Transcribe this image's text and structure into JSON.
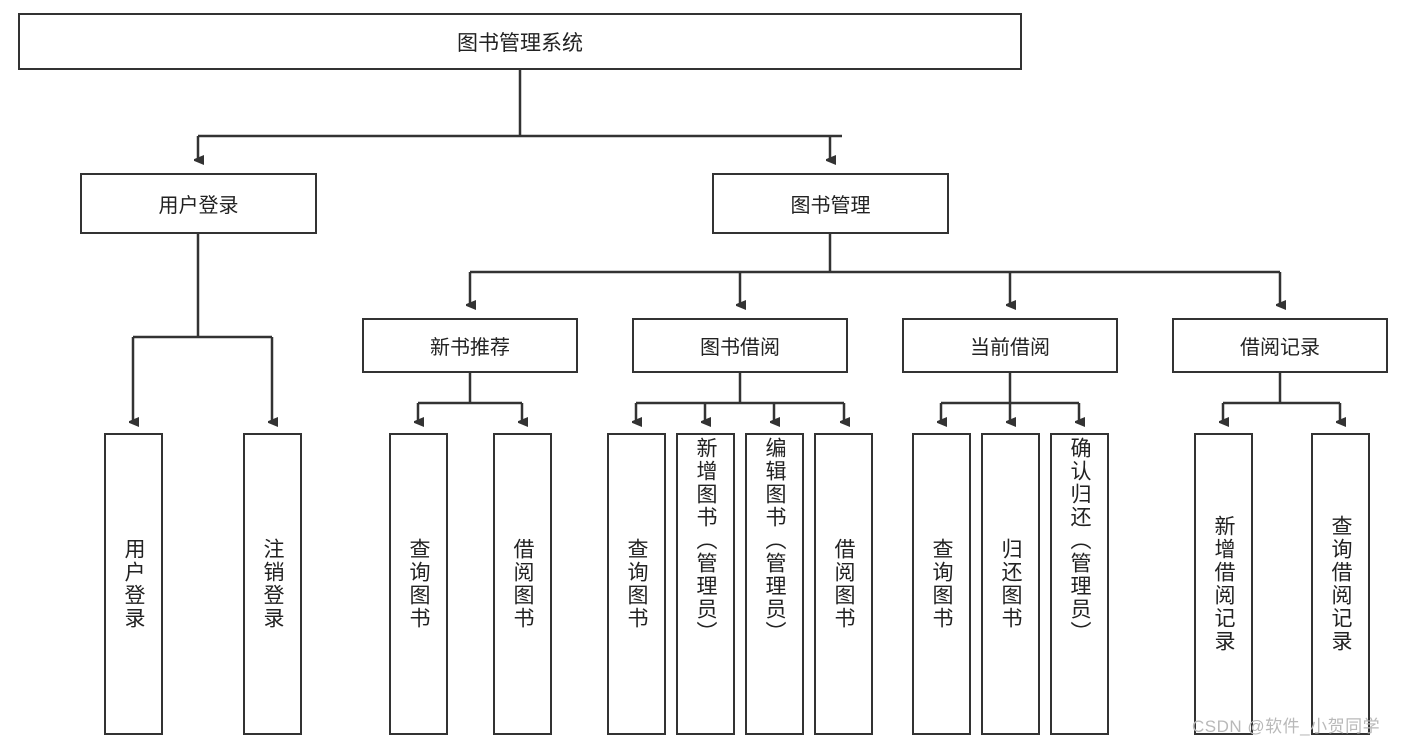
{
  "diagram": {
    "title": "图书管理系统",
    "root": {
      "label": "图书管理系统"
    },
    "level2": [
      {
        "label": "用户登录"
      },
      {
        "label": "图书管理"
      }
    ],
    "level3": [
      {
        "label": "新书推荐"
      },
      {
        "label": "图书借阅"
      },
      {
        "label": "当前借阅"
      },
      {
        "label": "借阅记录"
      }
    ],
    "leaves": [
      {
        "label": "用户登录",
        "parent": "用户登录"
      },
      {
        "label": "注销登录",
        "parent": "用户登录"
      },
      {
        "label": "查询图书",
        "parent": "新书推荐"
      },
      {
        "label": "借阅图书",
        "parent": "新书推荐"
      },
      {
        "label": "查询图书",
        "parent": "图书借阅"
      },
      {
        "label": "新增图书（管理员）",
        "parent": "图书借阅"
      },
      {
        "label": "编辑图书（管理员）",
        "parent": "图书借阅"
      },
      {
        "label": "借阅图书",
        "parent": "图书借阅"
      },
      {
        "label": "查询图书",
        "parent": "当前借阅"
      },
      {
        "label": "归还图书",
        "parent": "当前借阅"
      },
      {
        "label": "确认归还（管理员）",
        "parent": "当前借阅"
      },
      {
        "label": "新增借阅记录",
        "parent": "借阅记录"
      },
      {
        "label": "查询借阅记录",
        "parent": "借阅记录"
      }
    ]
  },
  "watermark": "CSDN @软件_小贺同学",
  "colors": {
    "border": "#333333",
    "text": "#222222",
    "background": "#ffffff",
    "watermark": "#b9b9b9"
  }
}
